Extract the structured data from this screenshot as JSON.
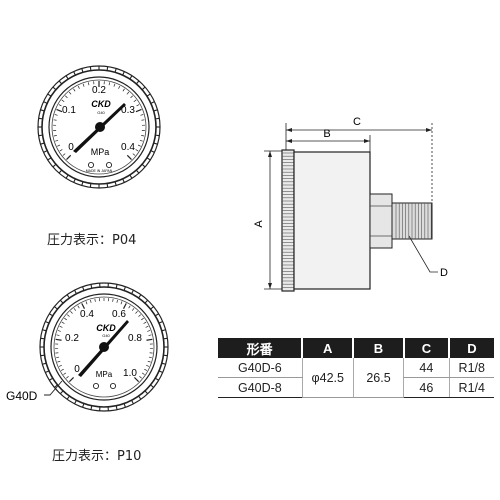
{
  "gauge_p04": {
    "scale": [
      "0",
      "0.1",
      "0.2",
      "0.3",
      "0.4"
    ],
    "brand": "CKD",
    "model_small": "G40",
    "unit": "MPa",
    "maker": "MADE IN JAPAN",
    "caption": "圧力表示：P04"
  },
  "gauge_p10": {
    "scale": [
      "0",
      "0.2",
      "0.4",
      "0.6",
      "0.8",
      "1.0"
    ],
    "brand": "CKD",
    "model_small": "G40",
    "unit": "MPa",
    "model_label": "G40D",
    "caption": "圧力表示：P10"
  },
  "side_view": {
    "dim_c": "C",
    "dim_b": "B",
    "dim_a": "A",
    "dim_d": "D"
  },
  "spec_table": {
    "headers": [
      "形番",
      "A",
      "B",
      "C",
      "D"
    ],
    "rows": [
      {
        "model": "G40D-6",
        "a": "φ42.5",
        "b": "26.5",
        "c": "44",
        "d": "R1/8"
      },
      {
        "model": "G40D-8",
        "a": "φ42.5",
        "b": "26.5",
        "c": "46",
        "d": "R1/4"
      }
    ]
  }
}
